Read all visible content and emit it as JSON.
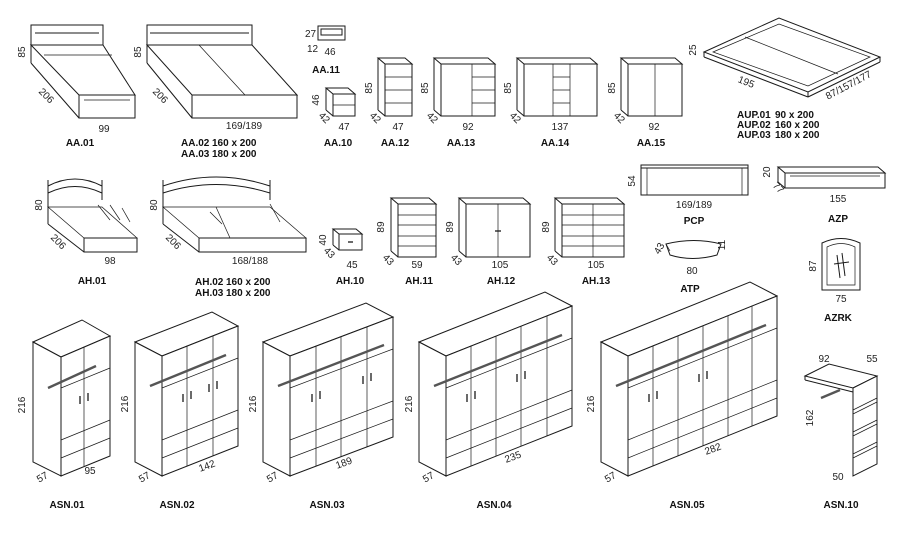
{
  "items": [
    {
      "id": "aa01",
      "code": "AA.01",
      "dims": [
        "85",
        "206",
        "99"
      ]
    },
    {
      "id": "aa02",
      "code": "AA.02",
      "code2": "AA.03",
      "dims": [
        "85",
        "206",
        "169/189"
      ],
      "sizes": [
        "160 x 200",
        "180 x 200"
      ]
    },
    {
      "id": "aa11",
      "code": "AA.11",
      "dims": [
        "27",
        "12",
        "46"
      ]
    },
    {
      "id": "aa10",
      "code": "AA.10",
      "dims": [
        "46",
        "42",
        "47"
      ]
    },
    {
      "id": "aa12",
      "code": "AA.12",
      "dims": [
        "85",
        "42",
        "47"
      ]
    },
    {
      "id": "aa13",
      "code": "AA.13",
      "dims": [
        "85",
        "42",
        "92"
      ]
    },
    {
      "id": "aa14",
      "code": "AA.14",
      "dims": [
        "85",
        "42",
        "137"
      ]
    },
    {
      "id": "aa15",
      "code": "AA.15",
      "dims": [
        "85",
        "42",
        "92"
      ]
    },
    {
      "id": "aup",
      "code": "AUP.01",
      "code2": "AUP.02",
      "code3": "AUP.03",
      "dims": [
        "25",
        "195",
        "87/157/177"
      ],
      "sizes": [
        "90 x 200",
        "160 x 200",
        "180 x 200"
      ]
    },
    {
      "id": "ah01",
      "code": "AH.01",
      "dims": [
        "80",
        "206",
        "98"
      ]
    },
    {
      "id": "ah02",
      "code": "AH.02",
      "code2": "AH.03",
      "dims": [
        "80",
        "206",
        "168/188"
      ],
      "sizes": [
        "160 x 200",
        "180 x 200"
      ]
    },
    {
      "id": "ah10",
      "code": "AH.10",
      "dims": [
        "40",
        "43",
        "45"
      ]
    },
    {
      "id": "ah11",
      "code": "AH.11",
      "dims": [
        "89",
        "43",
        "59"
      ]
    },
    {
      "id": "ah12",
      "code": "AH.12",
      "dims": [
        "89",
        "43",
        "105"
      ]
    },
    {
      "id": "ah13",
      "code": "AH.13",
      "dims": [
        "89",
        "43",
        "105"
      ]
    },
    {
      "id": "pcp",
      "code": "PCP",
      "dims": [
        "54",
        "169/189"
      ]
    },
    {
      "id": "azp",
      "code": "AZP",
      "dims": [
        "20",
        "77",
        "155"
      ]
    },
    {
      "id": "atp",
      "code": "ATP",
      "dims": [
        "43",
        "11",
        "80"
      ]
    },
    {
      "id": "azrk",
      "code": "AZRK",
      "dims": [
        "87",
        "75"
      ]
    },
    {
      "id": "asn01",
      "code": "ASN.01",
      "dims": [
        "216",
        "57",
        "95"
      ]
    },
    {
      "id": "asn02",
      "code": "ASN.02",
      "dims": [
        "216",
        "57",
        "142"
      ]
    },
    {
      "id": "asn03",
      "code": "ASN.03",
      "dims": [
        "216",
        "57",
        "189"
      ]
    },
    {
      "id": "asn04",
      "code": "ASN.04",
      "dims": [
        "216",
        "57",
        "235"
      ]
    },
    {
      "id": "asn05",
      "code": "ASN.05",
      "dims": [
        "216",
        "57",
        "282"
      ]
    },
    {
      "id": "asn10",
      "code": "ASN.10",
      "dims": [
        "92",
        "55",
        "162",
        "50"
      ]
    }
  ]
}
